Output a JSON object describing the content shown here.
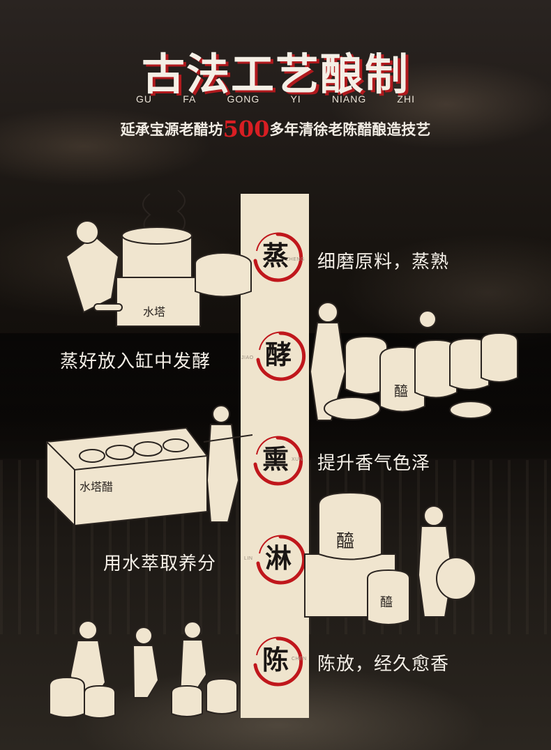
{
  "header": {
    "title": "古法工艺酿制",
    "pinyin": [
      "GU",
      "FA",
      "GONG",
      "YI",
      "NIANG",
      "ZHI"
    ],
    "subtitle_pre": "延承宝源老醋坊",
    "subtitle_num": "500",
    "subtitle_post": "多年清徐老陈醋酿造技艺"
  },
  "steps": [
    {
      "char": "蒸",
      "pinyin": "ZHENG",
      "desc": "细磨原料，蒸熟"
    },
    {
      "char": "酵",
      "pinyin": "JIAO",
      "desc": "蒸好放入缸中发酵"
    },
    {
      "char": "熏",
      "pinyin": "XUN",
      "desc": "提升香气色泽"
    },
    {
      "char": "淋",
      "pinyin": "LIN",
      "desc": "用水萃取养分"
    },
    {
      "char": "陈",
      "pinyin": "CHEN",
      "desc": "陈放，经久愈香"
    }
  ],
  "illustration_labels": {
    "stove": "水塔",
    "jar": "醯",
    "kiln": "水塔醋",
    "jar_big": "醯",
    "jar_small": "醯"
  },
  "colors": {
    "accent": "#c0171c",
    "paper": "#efe4cd",
    "ink": "#1a1614"
  }
}
